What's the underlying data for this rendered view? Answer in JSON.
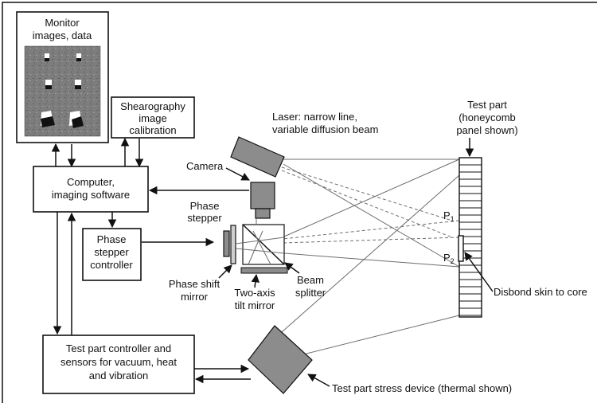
{
  "labels": {
    "monitor": [
      "Monitor",
      "images, data"
    ],
    "calibration": [
      "Shearography",
      "image",
      "calibration"
    ],
    "computer": [
      "Computer,",
      "imaging software"
    ],
    "phase_controller": [
      "Phase",
      "stepper",
      "controller"
    ],
    "test_controller": [
      "Test part controller and",
      "sensors for vacuum, heat",
      "and vibration"
    ],
    "laser": [
      "Laser: narrow line,",
      "variable diffusion beam"
    ],
    "camera": "Camera",
    "phase_stepper": [
      "Phase",
      "stepper"
    ],
    "phase_shift_mirror": [
      "Phase shift",
      "mirror"
    ],
    "tilt_mirror": [
      "Two-axis",
      "tilt mirror"
    ],
    "beam_splitter": [
      "Beam",
      "splitter"
    ],
    "test_part": [
      "Test part",
      "(honeycomb",
      "panel shown)"
    ],
    "p1": "P",
    "p1_sub": "1",
    "p2": "P",
    "p2_sub": "2",
    "disbond": "Disbond skin to core",
    "stress_device": "Test part stress device (thermal shown)"
  },
  "colors": {
    "device_fill": "#8c8c8c",
    "ray_color": "#6e6e6e",
    "line_color": "#111111"
  }
}
